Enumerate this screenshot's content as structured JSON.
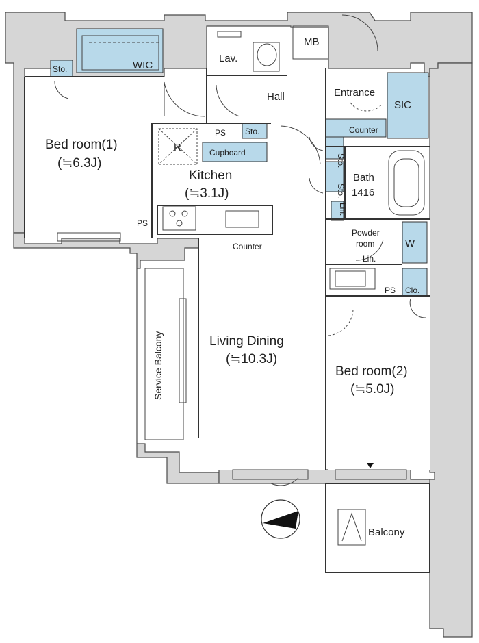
{
  "rooms": {
    "bedroom1": {
      "name": "Bed room(1)",
      "size": "(≒6.3J)"
    },
    "kitchen": {
      "name": "Kitchen",
      "size": "(≒3.1J)"
    },
    "living": {
      "name": "Living Dining",
      "size": "(≒10.3J)"
    },
    "bedroom2": {
      "name": "Bed room(2)",
      "size": "(≒5.0J)"
    },
    "bath": {
      "name": "Bath",
      "size": "1416"
    },
    "powder": {
      "line1": "Powder",
      "line2": "room"
    },
    "balcony": "Balcony",
    "service_balcony": "Service Balcony"
  },
  "labels": {
    "wic": "WIC",
    "sto": "Sto.",
    "lav": "Lav.",
    "mb": "MB",
    "hall": "Hall",
    "entrance": "Entrance",
    "sic": "SIC",
    "counter": "Counter",
    "ps": "PS",
    "cupboard": "Cupboard",
    "r": "R",
    "lin": "Lin.",
    "w": "W",
    "clo": "Clo."
  },
  "colors": {
    "wall": "#d6d6d6",
    "wall_edge": "#4a4a4a",
    "storage": "#b8d9ea",
    "line": "#333333"
  }
}
